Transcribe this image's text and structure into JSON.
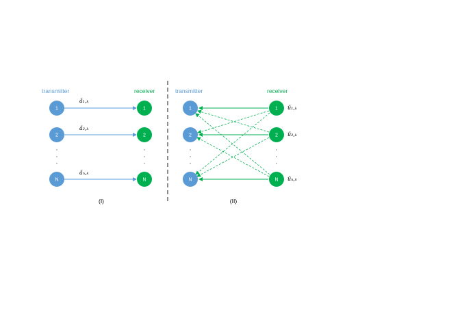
{
  "colors": {
    "transmitter": "#5b9bd5",
    "receiver": "#00b050",
    "arrow_left": "#5b9bd5",
    "arrow_right": "#00b050",
    "divider": "#404040"
  },
  "left_panel": {
    "transmitter_label": "transmitter",
    "receiver_label": "receiver",
    "transmitter_nodes": [
      "1",
      "2",
      "N"
    ],
    "receiver_nodes": [
      "1",
      "2",
      "N"
    ],
    "edge_labels": [
      "ã₁,ₖ",
      "ã₂,ₖ",
      "ãₙ,ₖ"
    ],
    "caption": "(I)"
  },
  "right_panel": {
    "transmitter_label": "transmitter",
    "receiver_label": "receiver",
    "transmitter_nodes": [
      "1",
      "2",
      "N"
    ],
    "receiver_nodes": [
      "1",
      "2",
      "N"
    ],
    "node_labels": [
      "ũ₁,ₖ",
      "ũ₂,ₖ",
      "ũₙ,ₖ"
    ],
    "caption": "(II)"
  }
}
